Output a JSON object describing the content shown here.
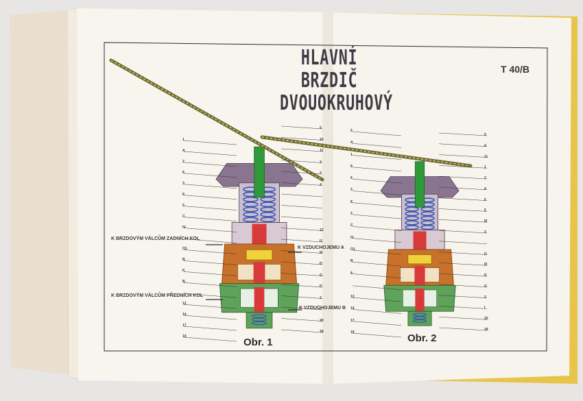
{
  "title": {
    "line1": "HLAVNÍ BRZDIČ",
    "line2": "DVOUOKRUHOVÝ"
  },
  "plate_code": "T 40/B",
  "figures": [
    {
      "caption": "Obr. 1",
      "outlets": {
        "rear_brake": "K BRZDOVÝM VÁLCŮM ZADNÍCH KOL",
        "front_brake": "K BRZDOVÝM VÁLCŮM PŘEDNÍCH KOL",
        "reservoir_a": "K VZDUCHOJEMU A",
        "reservoir_b": "K VZDUCHOJEMU B"
      },
      "left_callouts": [
        "1",
        "A",
        "2",
        "6",
        "3",
        "E",
        "5",
        "C",
        "IV",
        "",
        "O1",
        "B",
        "K",
        "B",
        "",
        "12",
        "14",
        "17",
        "19"
      ],
      "right_callouts": [
        "5",
        "10",
        "11",
        "3",
        "2",
        "4",
        "",
        "",
        "",
        "12",
        "I1",
        "III",
        "D",
        "G",
        "D",
        "2",
        "I",
        "20",
        "18"
      ]
    },
    {
      "caption": "Obr. 2",
      "left_callouts": [
        "5",
        "A",
        "1",
        "8",
        "6",
        "3",
        "E",
        "3",
        "C",
        "IV",
        "O1",
        "B",
        "8",
        "",
        "12",
        "14",
        "17",
        "19"
      ],
      "right_callouts": [
        "5",
        "4",
        "11",
        "1",
        "2",
        "4",
        "F",
        "5",
        "III",
        "3",
        "",
        "I1",
        "III",
        "D",
        "G",
        "2",
        "I",
        "20",
        "18"
      ]
    },
    {
      "caption": ""
    }
  ],
  "colors": {
    "paper": "#f7f3ea",
    "housing": "#8a7590",
    "spring": "#3a56b0",
    "rod": "#2f9a3a",
    "piston_red": "#d83a3a",
    "body_orange": "#c8712a",
    "body_green": "#5fa25a",
    "seat_yellow": "#f0d23a",
    "lever": "#6a6a3a",
    "book_edge": "#e2b83a"
  }
}
